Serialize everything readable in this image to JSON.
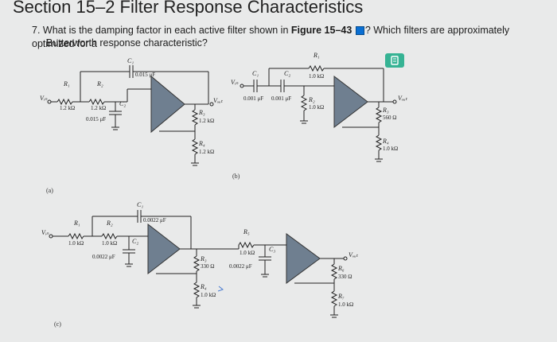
{
  "header": {
    "title": "Section 15–2 Filter Response Characteristics"
  },
  "question": {
    "number": "7.",
    "text_before": "What is the damping factor in each active filter shown in",
    "figure_ref": "Figure 15–43",
    "text_after": "? Which filters are approximately optimized for a",
    "line2": "Butterworth response characteristic?"
  },
  "icons": {
    "figure_ref_icon": "image-icon",
    "badge_icon": "bookmark-icon",
    "badge_color": "#36b394"
  },
  "circuit_a": {
    "panel_label": "(a)",
    "vin": "Vᵢₙ",
    "r1_name": "R₁",
    "r1_value": "1.2 kΩ",
    "r2_name": "R₂",
    "r2_value": "1.2 kΩ",
    "c1_name": "C₁",
    "c1_value": "0.015 μF",
    "c2_name": "C₂",
    "c2_value": "0.015 μF",
    "r3_name": "R₃",
    "r3_value": "1.2 kΩ",
    "r4_name": "R₄",
    "r4_value": "1.2 kΩ",
    "vout": "Vₒᵤₜ"
  },
  "circuit_b": {
    "panel_label": "(b)",
    "vin": "Vᵢₙ",
    "c1_name": "C₁",
    "c1_value": "0.001 μF",
    "c2_name": "C₂",
    "c2_value": "0.001 μF",
    "r1_name": "R₁",
    "r1_value": "1.0 kΩ",
    "r2_name": "R₂",
    "r2_value": "1.0 kΩ",
    "r3_name": "R₃",
    "r3_value": "560 Ω",
    "r4_name": "R₄",
    "r4_value": "1.0 kΩ",
    "vout": "Vₒᵤₜ"
  },
  "circuit_c": {
    "panel_label": "(c)",
    "vin": "Vᵢₙ",
    "r1_name": "R₁",
    "r1_value": "1.0 kΩ",
    "r2_name": "R₂",
    "r2_value": "1.0 kΩ",
    "c1_name": "C₁",
    "c1_value": "0.0022 μF",
    "c2_name": "C₂",
    "c2_value": "0.0022 μF",
    "r3_name": "R₃",
    "r3_value": "330 Ω",
    "r4_name": "R₄",
    "r4_value": "1.0 kΩ",
    "r5_name": "R₅",
    "r5_value": "1.0 kΩ",
    "c3_name": "C₃",
    "c3_value": "0.0022 μF",
    "r6_name": "R₆",
    "r6_value": "330 Ω",
    "r7_name": "R₇",
    "r7_value": "1.0 kΩ",
    "vout": "Vₒᵤₜ"
  }
}
